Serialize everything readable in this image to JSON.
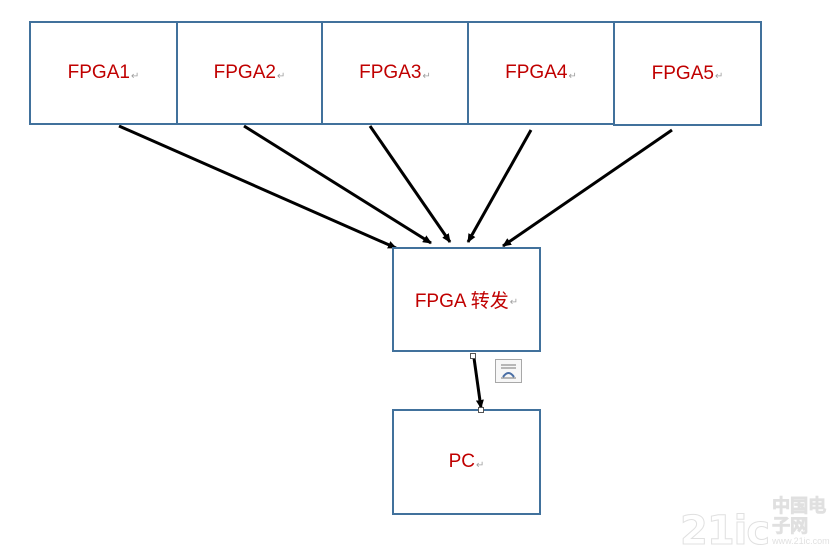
{
  "nodes": {
    "fpga1": "FPGA1",
    "fpga2": "FPGA2",
    "fpga3": "FPGA3",
    "fpga4": "FPGA4",
    "fpga5": "FPGA5",
    "forwarder": "FPGA 转发",
    "pc": "PC"
  },
  "paragraph_mark": "↵",
  "watermark": {
    "main": "21ic",
    "chinese": "中国电子网",
    "url": "www.21ic.com"
  },
  "colors": {
    "label": "#c00000",
    "border": "#41719c",
    "arrow": "#000000"
  }
}
